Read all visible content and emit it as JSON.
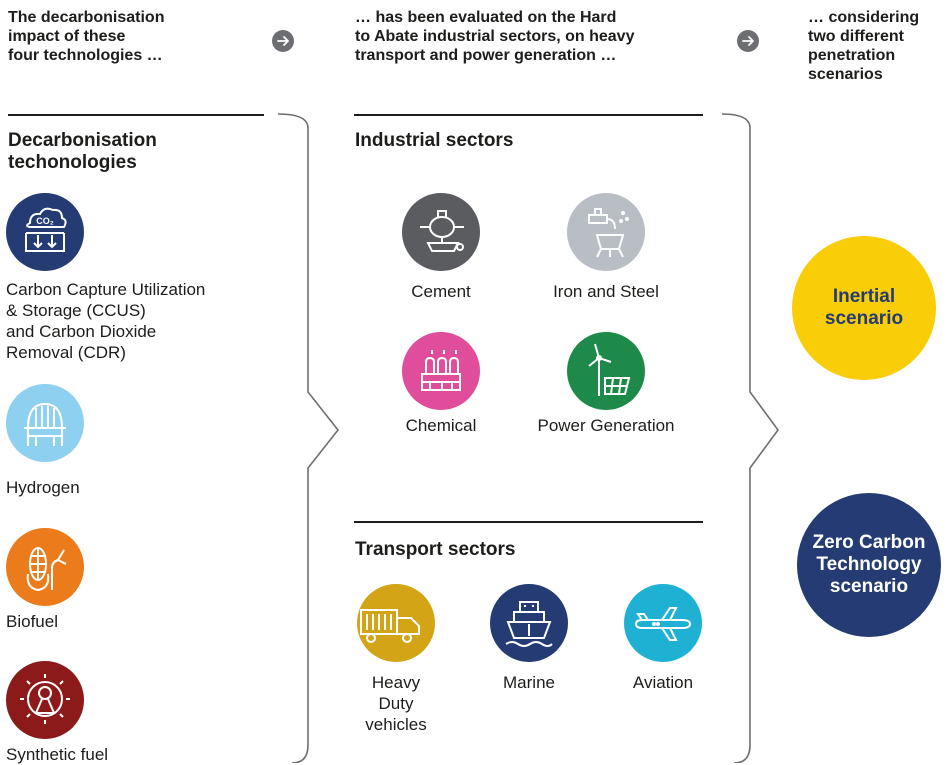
{
  "header": {
    "col1_line1": "The decarbonisation",
    "col1_line2": "impact of these",
    "col1_line3": "four technologies …",
    "col2_line1": "… has been evaluated on the Hard",
    "col2_line2": "to Abate industrial sectors, on heavy",
    "col2_line3": "transport and power generation …",
    "col3_line1": "… considering",
    "col3_line2": "two different",
    "col3_line3": "penetration",
    "col3_line4": "scenarios"
  },
  "technologies": {
    "title_line1": "Decarbonisation",
    "title_line2": "techonologies",
    "items": [
      {
        "lines": [
          "Carbon Capture Utilization",
          "& Storage (CCUS)",
          "and Carbon Dioxide",
          "Removal (CDR)"
        ],
        "icon": "co2-capture-icon",
        "color": "#253b73",
        "icon_text": "CO₂"
      },
      {
        "lines": [
          "Hydrogen"
        ],
        "icon": "hydrogen-tank-icon",
        "color": "#8ed0ef"
      },
      {
        "lines": [
          "Biofuel"
        ],
        "icon": "corn-fuel-icon",
        "color": "#ec7b1c"
      },
      {
        "lines": [
          "Synthetic fuel"
        ],
        "icon": "synthetic-fuel-gear-icon",
        "color": "#8d1a1a"
      }
    ]
  },
  "industrial": {
    "title": "Industrial sectors",
    "items": [
      {
        "label": "Cement",
        "icon": "cement-mixer-icon",
        "color": "#5b5c60"
      },
      {
        "label": "Iron and Steel",
        "icon": "steel-furnace-icon",
        "color": "#b8bec4"
      },
      {
        "label": "Chemical",
        "icon": "chemical-plant-icon",
        "color": "#e04d9a"
      },
      {
        "label": "Power Generation",
        "icon": "wind-solar-icon",
        "color": "#1e8a4a"
      }
    ]
  },
  "transport": {
    "title": "Transport sectors",
    "items": [
      {
        "lines": [
          "Heavy",
          "Duty",
          "vehicles"
        ],
        "icon": "truck-icon",
        "color": "#d2a416"
      },
      {
        "lines": [
          "Marine"
        ],
        "icon": "ship-icon",
        "color": "#253b73"
      },
      {
        "lines": [
          "Aviation"
        ],
        "icon": "airplane-icon",
        "color": "#1fb1d3"
      }
    ]
  },
  "scenarios": [
    {
      "line1": "Inertial",
      "line2": "scenario",
      "color": "#f9cd07",
      "text_color": "#253b73"
    },
    {
      "line1": "Zero Carbon",
      "line2": "Technology",
      "line3": "scenario",
      "color": "#253b73",
      "text_color": "#ffffff"
    }
  ],
  "icons": {
    "arrow": "arrow-right-icon"
  }
}
